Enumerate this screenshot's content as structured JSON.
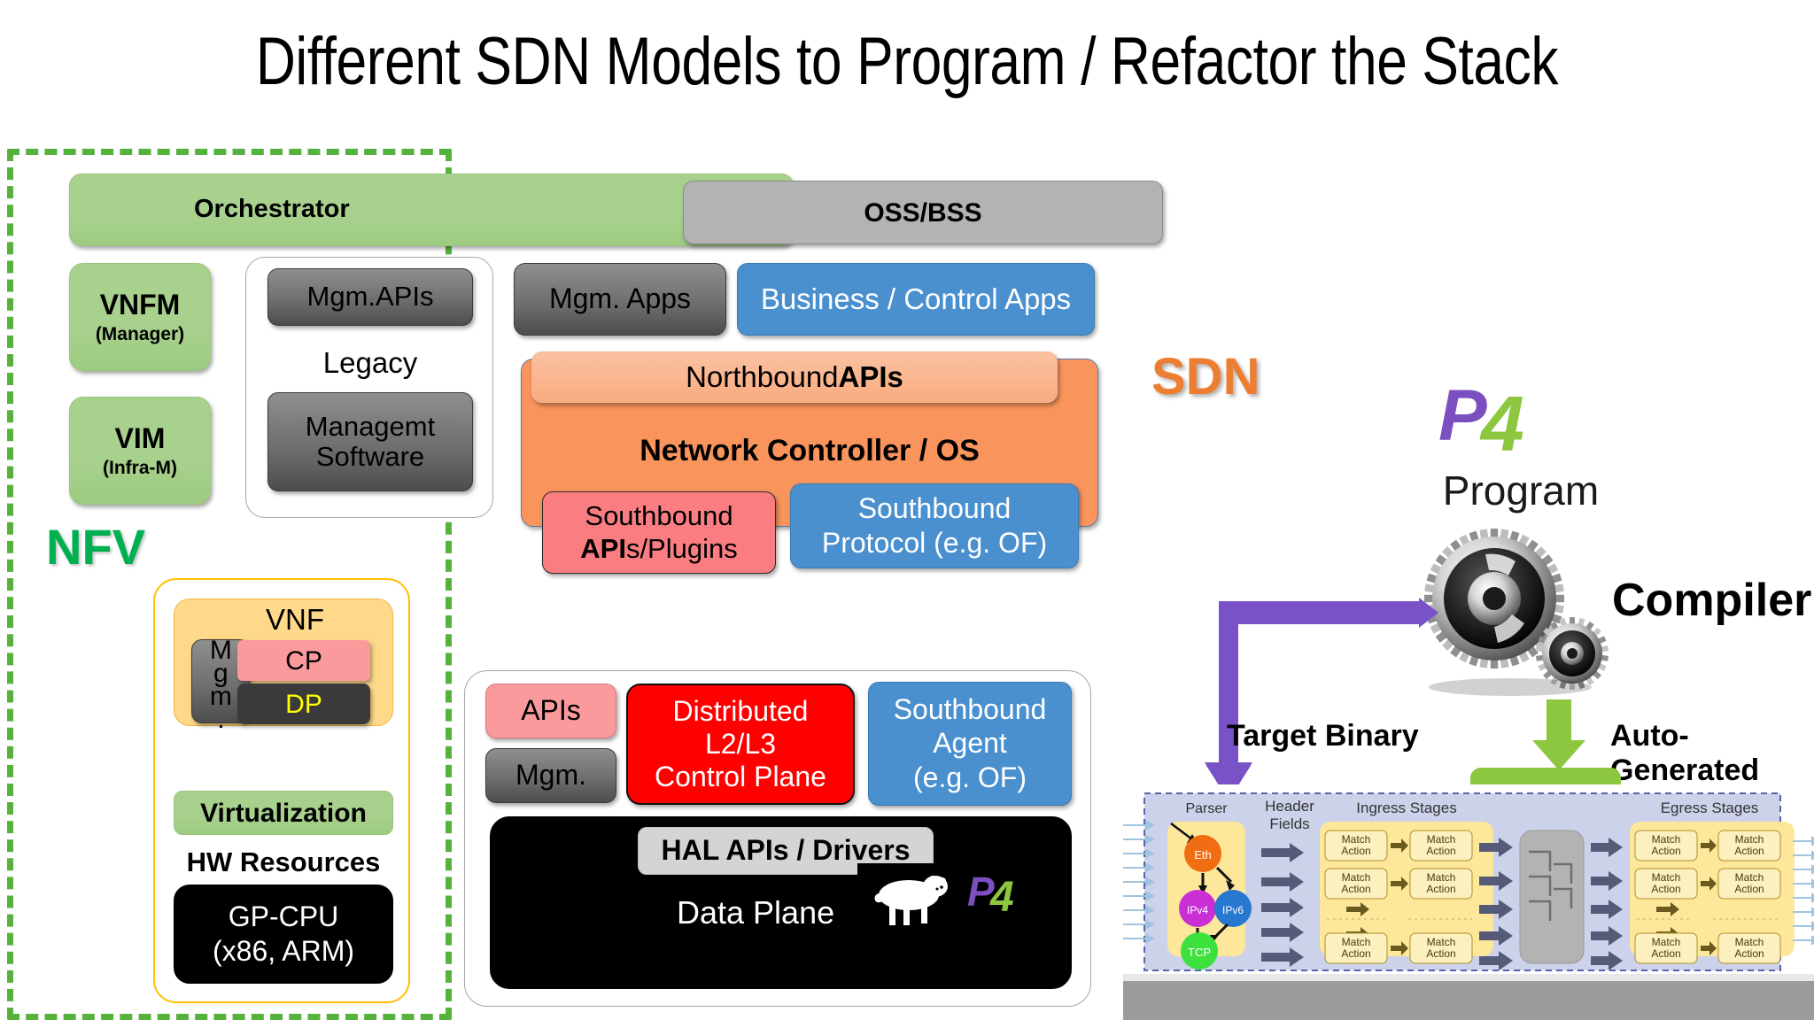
{
  "title": "Different SDN Models to Program / Refactor the Stack",
  "labels": {
    "nfv": "NFV",
    "sdn": "SDN",
    "compiler": "Compiler",
    "target_binary": "Target Binary",
    "auto_generated": "Auto-Generated",
    "p4_program": "Program",
    "p4_logo": "P4"
  },
  "nfv_column": {
    "orchestrator": "Orchestrator",
    "vnfm_title": "VNFM",
    "vnfm_sub": "(Manager)",
    "vim_title": "VIM",
    "vim_sub": "(Infra-M)",
    "vnf_title": "VNF",
    "vnf_mgm": "Mgm.",
    "vnf_cp": "CP",
    "vnf_dp": "DP",
    "virtualization": "Virtualization",
    "hw_resources": "HW Resources",
    "cpu_line1": "GP-CPU",
    "cpu_line2": "(x86, ARM)"
  },
  "legacy_card": {
    "mgm_apis": "Mgm.APIs",
    "legacy": "Legacy",
    "mgmt_sw_line1": "Managemt",
    "mgmt_sw_line2": "Software"
  },
  "sdn_stack": {
    "oss_bss": "OSS/BSS",
    "mgm_apps": "Mgm. Apps",
    "business_apps": "Business / Control Apps",
    "northbound_plain": "Northbound ",
    "northbound_bold": "APIs",
    "network_controller": "Network Controller / OS",
    "southbound_api_line1": "Southbound",
    "southbound_api_bold": "API",
    "southbound_api_rest": "s/Plugins",
    "southbound_proto_line1": "Southbound",
    "southbound_proto_line2": "Protocol (e.g. OF)"
  },
  "device_card": {
    "apis": "APIs",
    "mgm": "Mgm.",
    "control_plane_l1": "Distributed",
    "control_plane_l2": "L2/L3",
    "control_plane_l3": "Control Plane",
    "sb_agent_l1": "Southbound",
    "sb_agent_l2": "Agent",
    "sb_agent_l3": "(e.g. OF)",
    "hal": "HAL APIs / Drivers",
    "data_plane": "Data Plane"
  },
  "pipeline": {
    "apis_badge": "APIs",
    "parser": "Parser",
    "header_fields_l1": "Header",
    "header_fields_l2": "Fields",
    "ingress_stages": "Ingress Stages",
    "egress_stages": "Egress Stages",
    "parser_nodes": [
      "Eth",
      "IPv4",
      "IPv6",
      "TCP"
    ],
    "match_action_l1": "Match",
    "match_action_l2": "Action"
  },
  "colors": {
    "nfv_green": "#00b050",
    "sdn_orange": "#ed7d31",
    "dashed_frame": "#56b23c",
    "green_box": "#a9d18e",
    "blue_box": "#4a90cf",
    "orange_box": "#f8945c",
    "pink_box": "#fa7d82",
    "red_box": "#fe0000",
    "purple_arrow": "#7martin",
    "purple": "#7martin"
  }
}
